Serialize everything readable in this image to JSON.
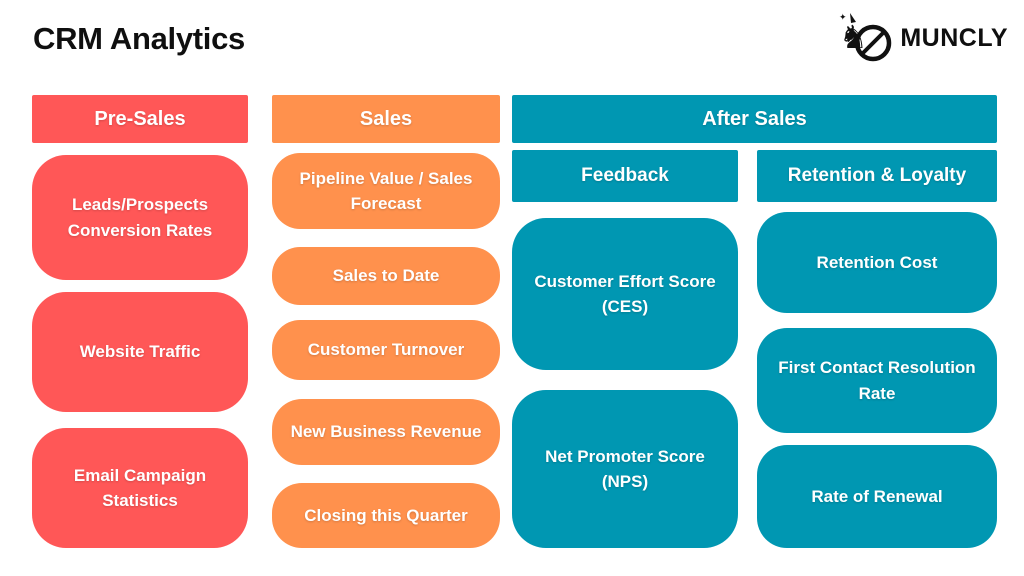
{
  "page": {
    "title": "CRM Analytics"
  },
  "brand": {
    "name": "MUNCLY",
    "icon": "unicorn-logo-icon"
  },
  "colors": {
    "pre_sales": "#ff5757",
    "sales": "#ff914d",
    "after_sales": "#0097b2",
    "card_text": "#ffffff",
    "heading_text": "#0f0f0f",
    "background": "#ffffff"
  },
  "columns": [
    {
      "header": "Pre-Sales",
      "items": [
        "Leads/Prospects Conversion Rates",
        "Website Traffic",
        "Email Campaign Statistics"
      ]
    },
    {
      "header": "Sales",
      "items": [
        "Pipeline Value / Sales Forecast",
        "Sales to Date",
        "Customer Turnover",
        "New Business Revenue",
        "Closing this Quarter"
      ]
    },
    {
      "header": "After Sales",
      "subcolumns": [
        {
          "header": "Feedback",
          "items": [
            "Customer Effort Score (CES)",
            "Net Promoter Score (NPS)"
          ]
        },
        {
          "header": "Retention & Loyalty",
          "items": [
            "Retention Cost",
            "First Contact Resolution Rate",
            "Rate of Renewal"
          ]
        }
      ]
    }
  ]
}
